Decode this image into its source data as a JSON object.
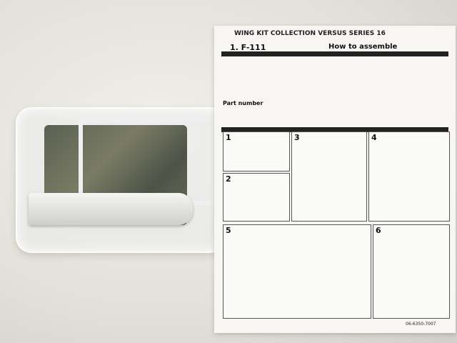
{
  "instruction_sheet": {
    "series_title": "WING KIT COLLECTION VERSUS SERIES 16",
    "model_name": "1. F-111",
    "how_to": "How to assemble",
    "part_number": "Part number",
    "steps": [
      "1",
      "2",
      "3",
      "4",
      "5",
      "6"
    ],
    "phone": "06-6350-7007"
  }
}
